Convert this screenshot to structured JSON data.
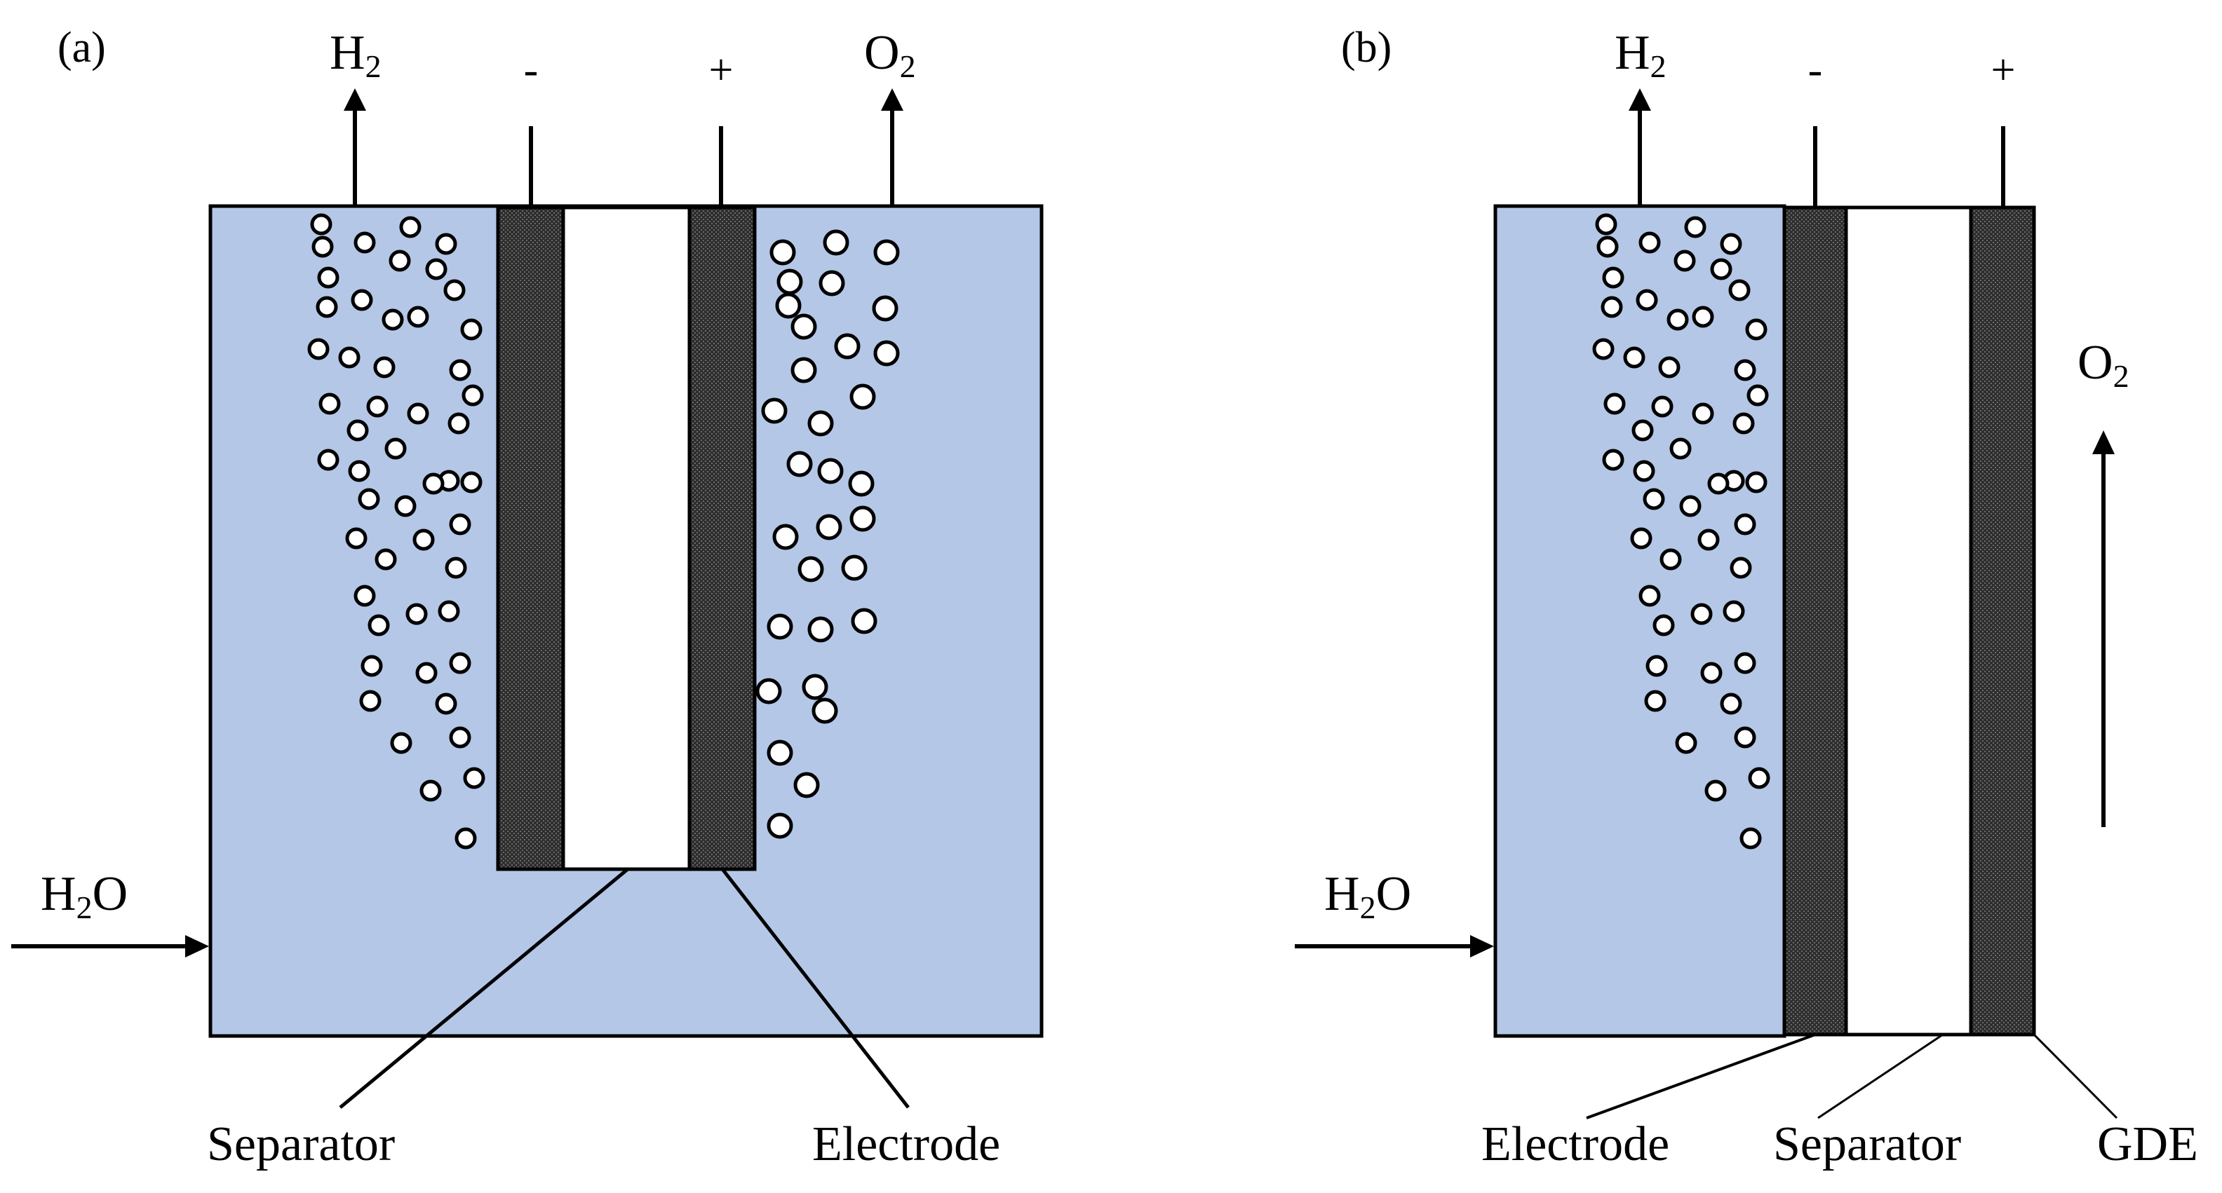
{
  "panel_a": {
    "tag": "(a)",
    "h2_label": "H",
    "h2_sub": "2",
    "o2_label": "O",
    "o2_sub": "2",
    "minus": "-",
    "plus": "+",
    "water_label": "H",
    "water_sub": "2",
    "water_tail": "O",
    "separator_label": "Separator",
    "electrode_label": "Electrode"
  },
  "panel_b": {
    "tag": "(b)",
    "h2_label": "H",
    "h2_sub": "2",
    "o2_label": "O",
    "o2_sub": "2",
    "minus": "-",
    "plus": "+",
    "water_label": "H",
    "water_sub": "2",
    "water_tail": "O",
    "electrode_label": "Electrode",
    "separator_label": "Separator",
    "gde_label": "GDE"
  },
  "colors": {
    "electrolyte": "#b4c7e7",
    "electrode": "#3a3a3a",
    "separator": "#ffffff",
    "outline": "#000000"
  }
}
